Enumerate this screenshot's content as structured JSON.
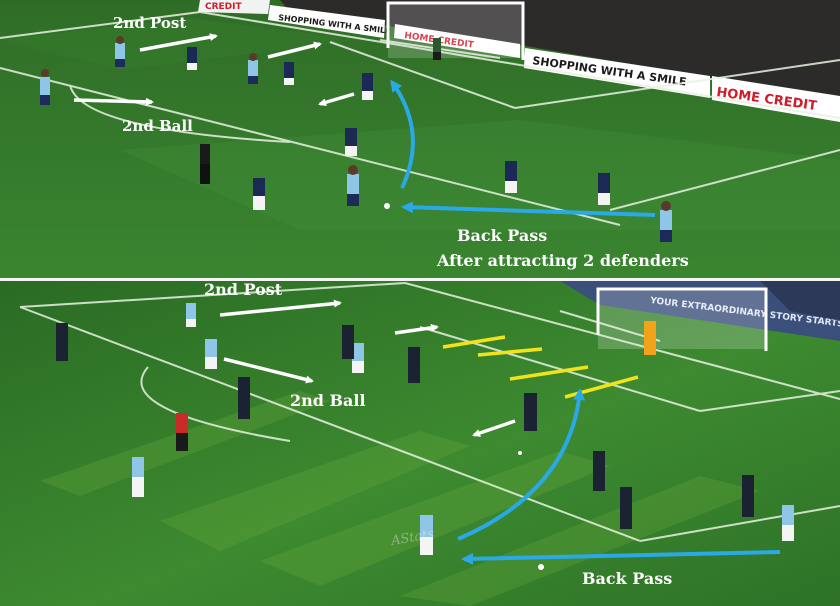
{
  "top_panel": {
    "labels": {
      "second_post": "2nd Post",
      "second_ball": "2nd Ball",
      "back_pass": "Back Pass",
      "after_attracting": "After attracting 2 defenders"
    },
    "boards": {
      "shopping": "SHOPPING WITH A SMILE",
      "home_credit": "HOME CREDIT",
      "shopping_small": "SHOPPING WITH A SMILE",
      "home_credit_small": "HOME CREDIT",
      "credit_left": "CREDIT"
    }
  },
  "bottom_panel": {
    "labels": {
      "second_post": "2nd Post",
      "second_ball": "2nd Ball",
      "back_pass": "Back Pass"
    },
    "boards": {
      "stand_banner": "YOUR EXTRAORDINARY STORY STARTS NOW"
    },
    "watermark": "AStats"
  },
  "colors": {
    "pitch_light": "#3f8a2e",
    "pitch_dark": "#2a6b24",
    "arrow_white": "#ffffff",
    "arrow_blue": "#2aa9e6",
    "line_yellow": "#f2e21a",
    "city_kit": "#8fc6e8",
    "opponent_kit": "#1b2333"
  }
}
